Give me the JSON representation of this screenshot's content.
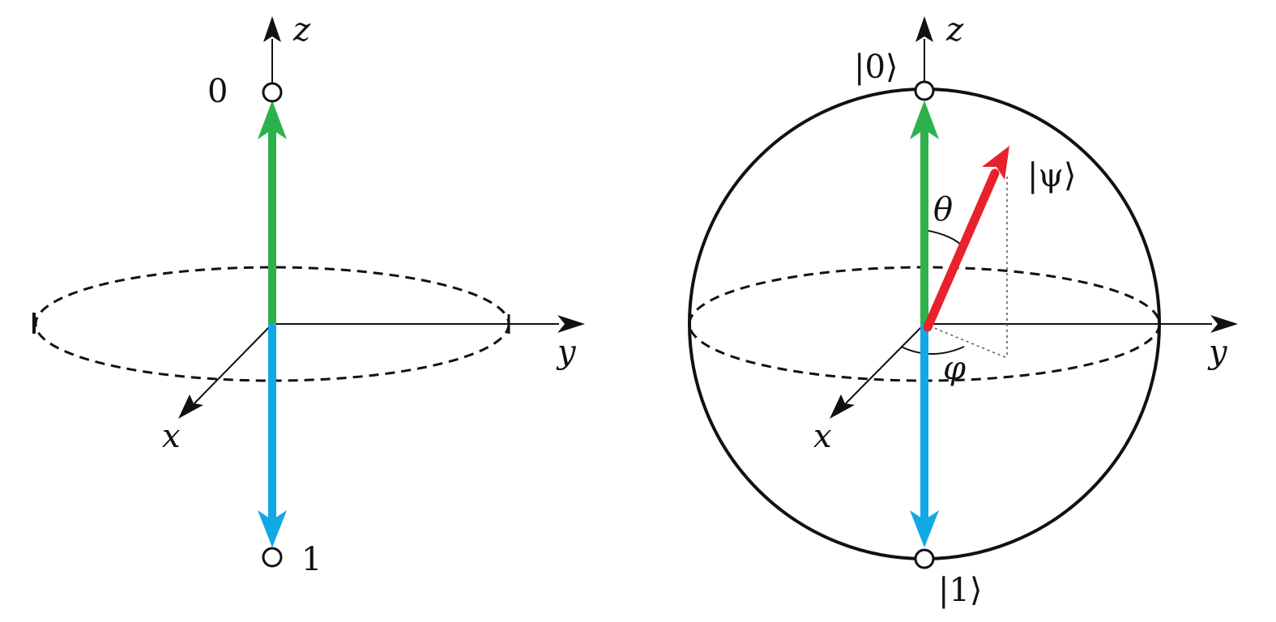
{
  "classical_bit": {
    "axis_labels": {
      "z": "z",
      "y": "y",
      "x": "x"
    },
    "state_top": "0",
    "state_bottom": "1"
  },
  "bloch_sphere": {
    "axis_labels": {
      "z": "z",
      "y": "y",
      "x": "x"
    },
    "state_top": "|0⟩",
    "state_bottom": "|1⟩",
    "state_vector": "|ψ⟩",
    "polar_angle": "θ",
    "azimuthal_angle": "φ"
  },
  "colors": {
    "up_arrow": "#2bb24c",
    "down_arrow": "#12a8e6",
    "state_vector": "#e8222b",
    "lines": "#111111"
  }
}
